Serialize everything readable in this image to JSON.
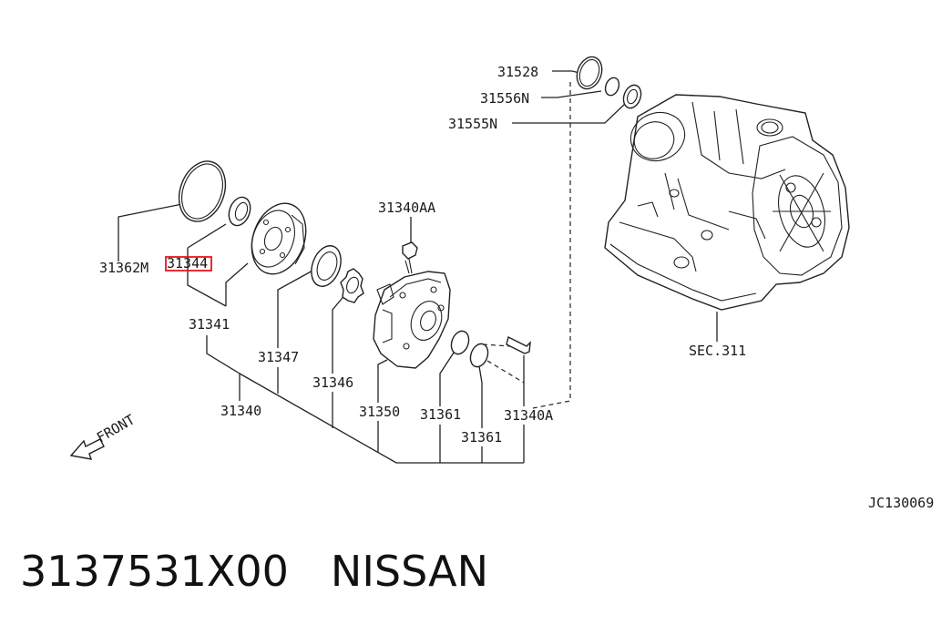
{
  "labels": {
    "p31528": "31528",
    "p31556n": "31556N",
    "p31555n": "31555N",
    "p31362m": "31362M",
    "p31344": "31344",
    "p31341": "31341",
    "p31347": "31347",
    "p31346": "31346",
    "p31340": "31340",
    "p31340aa": "31340AA",
    "p31350": "31350",
    "p31361a": "31361",
    "p31361b": "31361",
    "p31340a": "31340A",
    "sec311": "SEC.311",
    "front": "FRONT",
    "code": "JC130069"
  },
  "footer": {
    "part_number": "3137531X00",
    "brand": "NISSAN"
  },
  "highlight_color": "#e8141e"
}
